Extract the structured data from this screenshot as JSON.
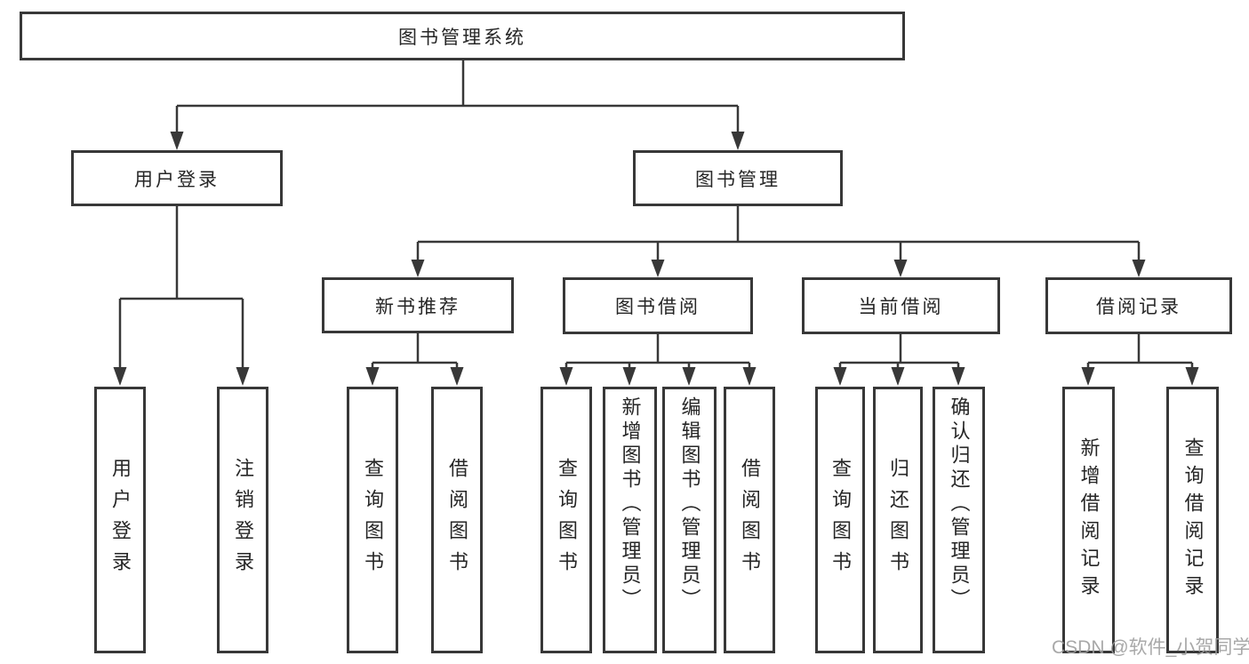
{
  "diagram": {
    "root": {
      "label": "图书管理系统"
    },
    "branches": [
      {
        "label": "用户登录",
        "children": [
          {
            "label": "用户登录"
          },
          {
            "label": "注销登录"
          }
        ]
      },
      {
        "label": "图书管理",
        "children": [
          {
            "label": "新书推荐",
            "children": [
              {
                "label": "查询图书"
              },
              {
                "label": "借阅图书"
              }
            ]
          },
          {
            "label": "图书借阅",
            "children": [
              {
                "label": "查询图书"
              },
              {
                "label": "新增图书（管理员）"
              },
              {
                "label": "编辑图书（管理员）"
              },
              {
                "label": "借阅图书"
              }
            ]
          },
          {
            "label": "当前借阅",
            "children": [
              {
                "label": "查询图书"
              },
              {
                "label": "归还图书"
              },
              {
                "label": "确认归还（管理员）"
              }
            ]
          },
          {
            "label": "借阅记录",
            "children": [
              {
                "label": "新增借阅记录"
              },
              {
                "label": "查询借阅记录"
              }
            ]
          }
        ]
      }
    ]
  },
  "watermark": {
    "text": "CSDN @软件_小贺同学"
  },
  "colors": {
    "line": "#383838",
    "text": "#262626",
    "background": "#ffffff",
    "watermark": "#9e9e9e"
  }
}
